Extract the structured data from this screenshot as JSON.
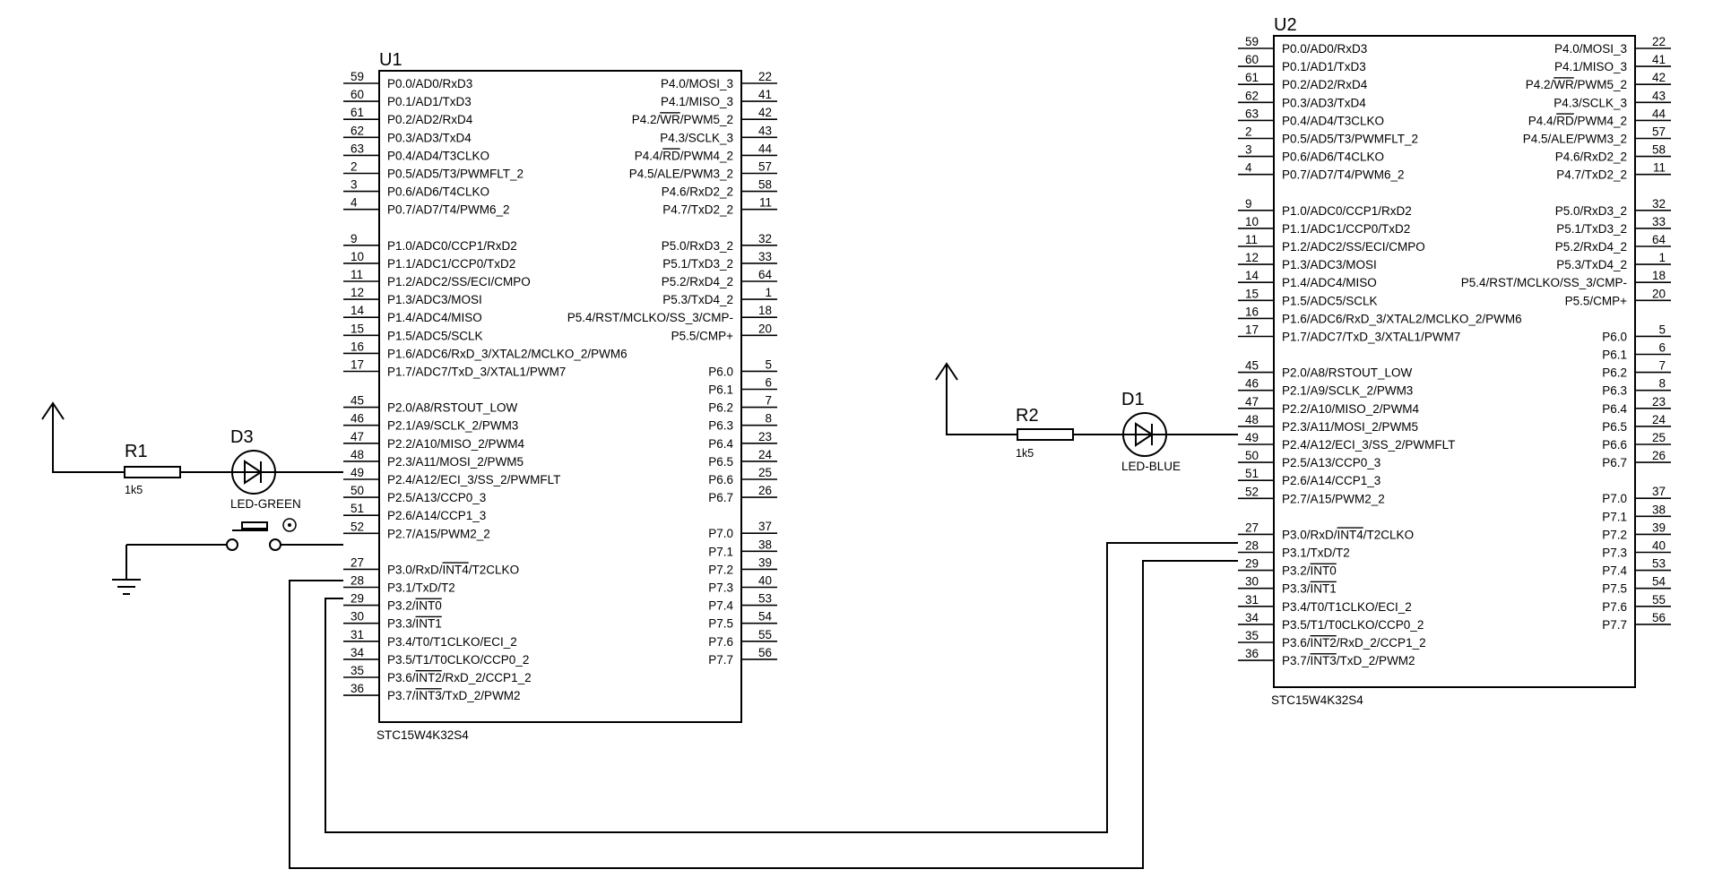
{
  "chips": [
    {
      "ref": "U1",
      "part": "STC15W4K32S4",
      "left_pins": [
        {
          "num": "59",
          "label": "P0.0/AD0/RxD3"
        },
        {
          "num": "60",
          "label": "P0.1/AD1/TxD3"
        },
        {
          "num": "61",
          "label": "P0.2/AD2/RxD4"
        },
        {
          "num": "62",
          "label": "P0.3/AD3/TxD4"
        },
        {
          "num": "63",
          "label": "P0.4/AD4/T3CLKO"
        },
        {
          "num": "2",
          "label": "P0.5/AD5/T3/PWMFLT_2"
        },
        {
          "num": "3",
          "label": "P0.6/AD6/T4CLKO"
        },
        {
          "num": "4",
          "label": "P0.7/AD7/T4/PWM6_2"
        },
        {
          "num": "9",
          "label": "P1.0/ADC0/CCP1/RxD2"
        },
        {
          "num": "10",
          "label": "P1.1/ADC1/CCP0/TxD2"
        },
        {
          "num": "11",
          "label": "P1.2/ADC2/SS/ECI/CMPO"
        },
        {
          "num": "12",
          "label": "P1.3/ADC3/MOSI"
        },
        {
          "num": "14",
          "label": "P1.4/ADC4/MISO"
        },
        {
          "num": "15",
          "label": "P1.5/ADC5/SCLK"
        },
        {
          "num": "16",
          "label": "P1.6/ADC6/RxD_3/XTAL2/MCLKO_2/PWM6"
        },
        {
          "num": "17",
          "label": "P1.7/ADC7/TxD_3/XTAL1/PWM7"
        },
        {
          "num": "45",
          "label": "P2.0/A8/RSTOUT_LOW"
        },
        {
          "num": "46",
          "label": "P2.1/A9/SCLK_2/PWM3"
        },
        {
          "num": "47",
          "label": "P2.2/A10/MISO_2/PWM4"
        },
        {
          "num": "48",
          "label": "P2.3/A11/MOSI_2/PWM5"
        },
        {
          "num": "49",
          "label": "P2.4/A12/ECI_3/SS_2/PWMFLT"
        },
        {
          "num": "50",
          "label": "P2.5/A13/CCP0_3"
        },
        {
          "num": "51",
          "label": "P2.6/A14/CCP1_3"
        },
        {
          "num": "52",
          "label": "P2.7/A15/PWM2_2"
        },
        {
          "num": "27",
          "label": "P3.0/RxD/INT4/T2CLKO"
        },
        {
          "num": "28",
          "label": "P3.1/TxD/T2"
        },
        {
          "num": "29",
          "label": "P3.2/INT0"
        },
        {
          "num": "30",
          "label": "P3.3/INT1"
        },
        {
          "num": "31",
          "label": "P3.4/T0/T1CLKO/ECI_2"
        },
        {
          "num": "34",
          "label": "P3.5/T1/T0CLKO/CCP0_2"
        },
        {
          "num": "35",
          "label": "P3.6/INT2/RxD_2/CCP1_2"
        },
        {
          "num": "36",
          "label": "P3.7/INT3/TxD_2/PWM2"
        }
      ],
      "right_pins": [
        {
          "num": "22",
          "label": "P4.0/MOSI_3"
        },
        {
          "num": "41",
          "label": "P4.1/MISO_3"
        },
        {
          "num": "42",
          "label": "P4.2/WR/PWM5_2"
        },
        {
          "num": "43",
          "label": "P4.3/SCLK_3"
        },
        {
          "num": "44",
          "label": "P4.4/RD/PWM4_2"
        },
        {
          "num": "57",
          "label": "P4.5/ALE/PWM3_2"
        },
        {
          "num": "58",
          "label": "P4.6/RxD2_2"
        },
        {
          "num": "11",
          "label": "P4.7/TxD2_2"
        },
        {
          "num": "32",
          "label": "P5.0/RxD3_2"
        },
        {
          "num": "33",
          "label": "P5.1/TxD3_2"
        },
        {
          "num": "64",
          "label": "P5.2/RxD4_2"
        },
        {
          "num": "1",
          "label": "P5.3/TxD4_2"
        },
        {
          "num": "18",
          "label": "P5.4/RST/MCLKO/SS_3/CMP-"
        },
        {
          "num": "20",
          "label": "P5.5/CMP+"
        },
        {
          "num": "5",
          "label": "P6.0"
        },
        {
          "num": "6",
          "label": "P6.1"
        },
        {
          "num": "7",
          "label": "P6.2"
        },
        {
          "num": "8",
          "label": "P6.3"
        },
        {
          "num": "23",
          "label": "P6.4"
        },
        {
          "num": "24",
          "label": "P6.5"
        },
        {
          "num": "25",
          "label": "P6.6"
        },
        {
          "num": "26",
          "label": "P6.7"
        },
        {
          "num": "37",
          "label": "P7.0"
        },
        {
          "num": "38",
          "label": "P7.1"
        },
        {
          "num": "39",
          "label": "P7.2"
        },
        {
          "num": "40",
          "label": "P7.3"
        },
        {
          "num": "53",
          "label": "P7.4"
        },
        {
          "num": "54",
          "label": "P7.5"
        },
        {
          "num": "55",
          "label": "P7.6"
        },
        {
          "num": "56",
          "label": "P7.7"
        }
      ]
    },
    {
      "ref": "U2",
      "part": "STC15W4K32S4",
      "left_pins": [
        {
          "num": "59",
          "label": "P0.0/AD0/RxD3"
        },
        {
          "num": "60",
          "label": "P0.1/AD1/TxD3"
        },
        {
          "num": "61",
          "label": "P0.2/AD2/RxD4"
        },
        {
          "num": "62",
          "label": "P0.3/AD3/TxD4"
        },
        {
          "num": "63",
          "label": "P0.4/AD4/T3CLKO"
        },
        {
          "num": "2",
          "label": "P0.5/AD5/T3/PWMFLT_2"
        },
        {
          "num": "3",
          "label": "P0.6/AD6/T4CLKO"
        },
        {
          "num": "4",
          "label": "P0.7/AD7/T4/PWM6_2"
        },
        {
          "num": "9",
          "label": "P1.0/ADC0/CCP1/RxD2"
        },
        {
          "num": "10",
          "label": "P1.1/ADC1/CCP0/TxD2"
        },
        {
          "num": "11",
          "label": "P1.2/ADC2/SS/ECI/CMPO"
        },
        {
          "num": "12",
          "label": "P1.3/ADC3/MOSI"
        },
        {
          "num": "14",
          "label": "P1.4/ADC4/MISO"
        },
        {
          "num": "15",
          "label": "P1.5/ADC5/SCLK"
        },
        {
          "num": "16",
          "label": "P1.6/ADC6/RxD_3/XTAL2/MCLKO_2/PWM6"
        },
        {
          "num": "17",
          "label": "P1.7/ADC7/TxD_3/XTAL1/PWM7"
        },
        {
          "num": "45",
          "label": "P2.0/A8/RSTOUT_LOW"
        },
        {
          "num": "46",
          "label": "P2.1/A9/SCLK_2/PWM3"
        },
        {
          "num": "47",
          "label": "P2.2/A10/MISO_2/PWM4"
        },
        {
          "num": "48",
          "label": "P2.3/A11/MOSI_2/PWM5"
        },
        {
          "num": "49",
          "label": "P2.4/A12/ECI_3/SS_2/PWMFLT"
        },
        {
          "num": "50",
          "label": "P2.5/A13/CCP0_3"
        },
        {
          "num": "51",
          "label": "P2.6/A14/CCP1_3"
        },
        {
          "num": "52",
          "label": "P2.7/A15/PWM2_2"
        },
        {
          "num": "27",
          "label": "P3.0/RxD/INT4/T2CLKO"
        },
        {
          "num": "28",
          "label": "P3.1/TxD/T2"
        },
        {
          "num": "29",
          "label": "P3.2/INT0"
        },
        {
          "num": "30",
          "label": "P3.3/INT1"
        },
        {
          "num": "31",
          "label": "P3.4/T0/T1CLKO/ECI_2"
        },
        {
          "num": "34",
          "label": "P3.5/T1/T0CLKO/CCP0_2"
        },
        {
          "num": "35",
          "label": "P3.6/INT2/RxD_2/CCP1_2"
        },
        {
          "num": "36",
          "label": "P3.7/INT3/TxD_2/PWM2"
        }
      ],
      "right_pins": [
        {
          "num": "22",
          "label": "P4.0/MOSI_3"
        },
        {
          "num": "41",
          "label": "P4.1/MISO_3"
        },
        {
          "num": "42",
          "label": "P4.2/WR/PWM5_2"
        },
        {
          "num": "43",
          "label": "P4.3/SCLK_3"
        },
        {
          "num": "44",
          "label": "P4.4/RD/PWM4_2"
        },
        {
          "num": "57",
          "label": "P4.5/ALE/PWM3_2"
        },
        {
          "num": "58",
          "label": "P4.6/RxD2_2"
        },
        {
          "num": "11",
          "label": "P4.7/TxD2_2"
        },
        {
          "num": "32",
          "label": "P5.0/RxD3_2"
        },
        {
          "num": "33",
          "label": "P5.1/TxD3_2"
        },
        {
          "num": "64",
          "label": "P5.2/RxD4_2"
        },
        {
          "num": "1",
          "label": "P5.3/TxD4_2"
        },
        {
          "num": "18",
          "label": "P5.4/RST/MCLKO/SS_3/CMP-"
        },
        {
          "num": "20",
          "label": "P5.5/CMP+"
        },
        {
          "num": "5",
          "label": "P6.0"
        },
        {
          "num": "6",
          "label": "P6.1"
        },
        {
          "num": "7",
          "label": "P6.2"
        },
        {
          "num": "8",
          "label": "P6.3"
        },
        {
          "num": "23",
          "label": "P6.4"
        },
        {
          "num": "24",
          "label": "P6.5"
        },
        {
          "num": "25",
          "label": "P6.6"
        },
        {
          "num": "26",
          "label": "P6.7"
        },
        {
          "num": "37",
          "label": "P7.0"
        },
        {
          "num": "38",
          "label": "P7.1"
        },
        {
          "num": "39",
          "label": "P7.2"
        },
        {
          "num": "40",
          "label": "P7.3"
        },
        {
          "num": "53",
          "label": "P7.4"
        },
        {
          "num": "54",
          "label": "P7.5"
        },
        {
          "num": "55",
          "label": "P7.6"
        },
        {
          "num": "56",
          "label": "P7.7"
        }
      ]
    }
  ],
  "components": {
    "r1": {
      "ref": "R1",
      "value": "1k5"
    },
    "d3": {
      "ref": "D3",
      "value": "LED-GREEN"
    },
    "r2": {
      "ref": "R2",
      "value": "1k5"
    },
    "d1": {
      "ref": "D1",
      "value": "LED-BLUE"
    }
  }
}
